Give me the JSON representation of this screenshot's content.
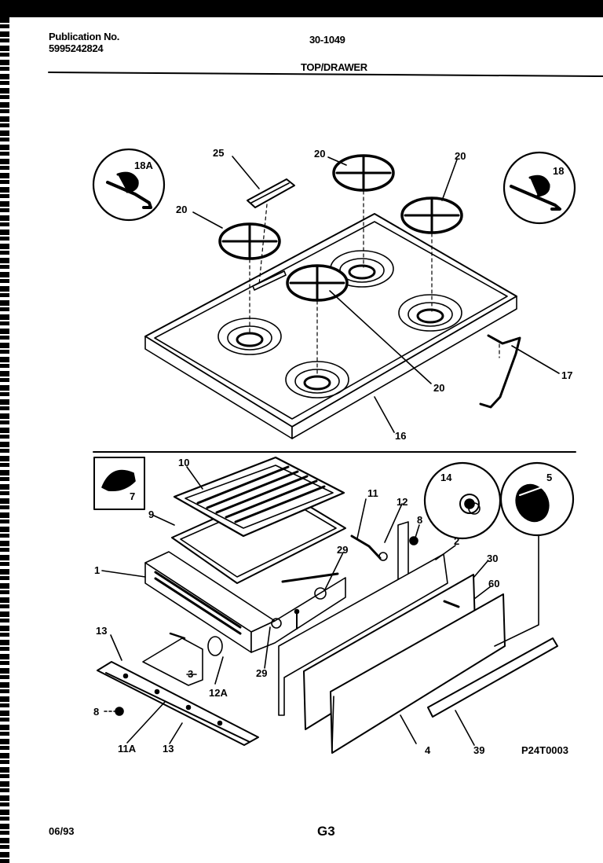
{
  "header": {
    "publication_label": "Publication No.",
    "publication_number": "5995242824",
    "model": "30-1049",
    "section": "TOP/DRAWER"
  },
  "callouts": {
    "c18A": "18A",
    "c25": "25",
    "c20a": "20",
    "c20b": "20",
    "c20c": "20",
    "c20d": "20",
    "c18": "18",
    "c17": "17",
    "c16": "16",
    "c10": "10",
    "c7": "7",
    "c9": "9",
    "c11": "11",
    "c12": "12",
    "c14": "14",
    "c8a": "8",
    "c5": "5",
    "c2": "2",
    "c1": "1",
    "c29a": "29",
    "c30": "30",
    "c60": "60",
    "c13a": "13",
    "c3": "3",
    "c29b": "29",
    "c12A": "12A",
    "c8b": "8",
    "c11A": "11A",
    "c13b": "13",
    "c4": "4",
    "c39": "39"
  },
  "diagram_code": "P24T0003",
  "footer": {
    "date": "06/93",
    "page": "G3"
  }
}
